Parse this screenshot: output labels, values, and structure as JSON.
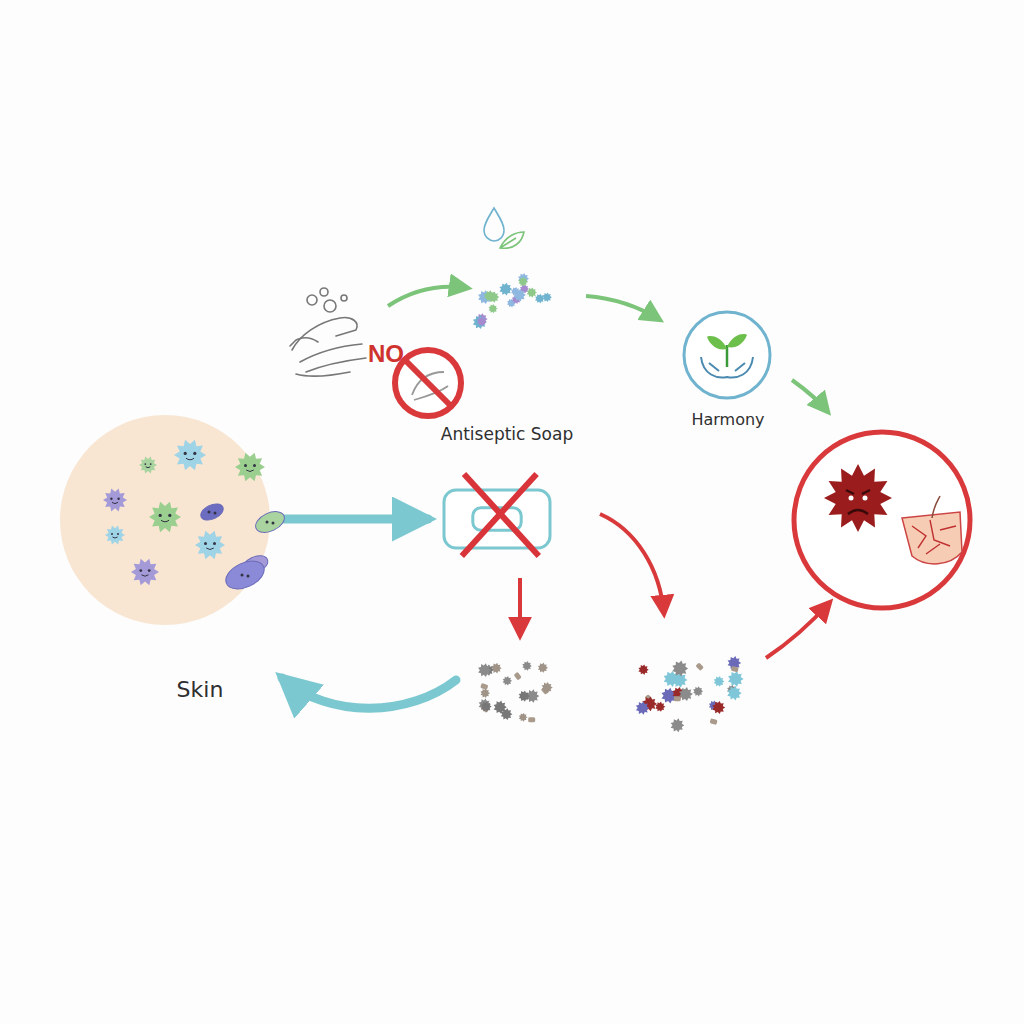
{
  "diagram": {
    "nodes": [
      {
        "text": [
          "Skin"
        ]
      },
      {
        "text": [
          "Antiseptic Soap"
        ]
      },
      {
        "text": [
          "Harmony"
        ]
      }
    ],
    "edges": [
      {
        "from": 0,
        "to": 1,
        "arrow": "to"
      }
    ],
    "labels": [
      "NO"
    ]
  }
}
